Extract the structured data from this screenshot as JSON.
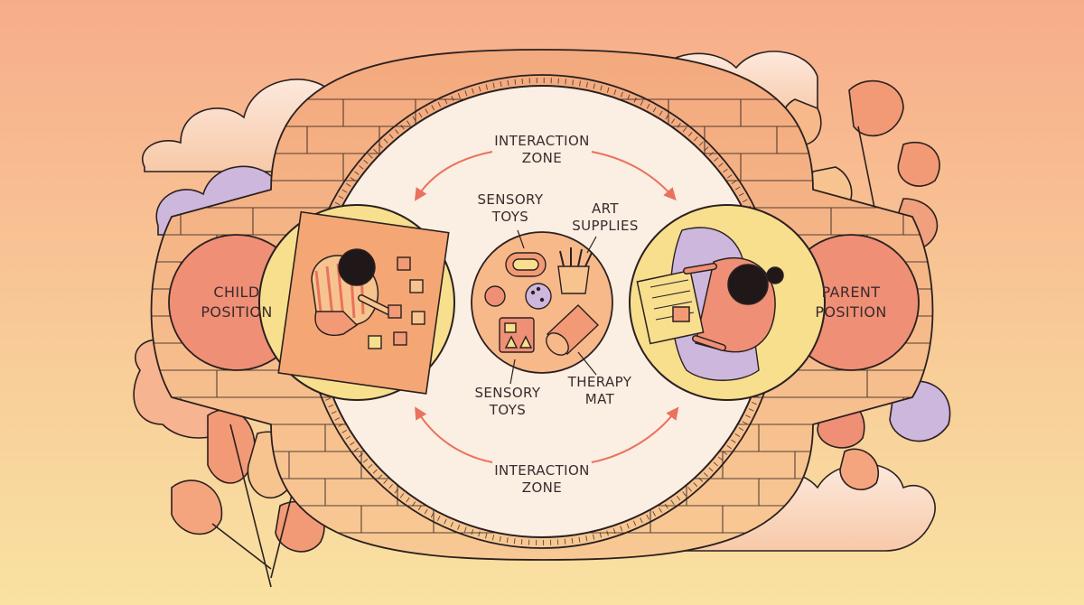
{
  "labels": {
    "interaction_top": "INTERACTION\nZONE",
    "interaction_bottom": "INTERACTION\nZONE",
    "child_position": "CHILD\nPOSITION",
    "parent_position": "PARENT\nPOSITION",
    "sensory_toys_top": "SENSORY\nTOYS",
    "art_supplies": "ART\nSUPPLIES",
    "sensory_toys_bottom": "SENSORY\nTOYS",
    "therapy_mat": "THERAPY\nMAT"
  },
  "colors": {
    "bg_top": "#f7ad8a",
    "bg_bottom": "#f9e2a2",
    "brick": "#f5b98a",
    "salmon": "#ef8f75",
    "cream": "#fbeee2",
    "yellow": "#f7df8e",
    "lavender": "#cdb7dd",
    "outline": "#2b2020",
    "arrow": "#e9725e"
  }
}
